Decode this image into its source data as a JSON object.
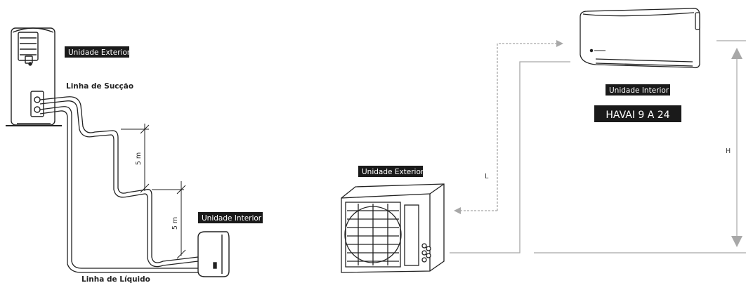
{
  "left_diagram": {
    "outdoor_unit_label": "Unidade Exterior",
    "suction_line_label": "Linha de Sucção",
    "liquid_line_label": "Linha de Líquido",
    "indoor_unit_label": "Unidade Interior",
    "height_step_1": "5 m",
    "height_step_2": "5 m"
  },
  "right_diagram": {
    "indoor_unit_label": "Unidade Interior",
    "model_label": "HAVAI 9 A 24",
    "outdoor_unit_label": "Unidade Exterior",
    "length_symbol": "L",
    "height_symbol": "H"
  },
  "colors": {
    "label_background": "#1a1a1a",
    "label_text": "#ffffff",
    "pipe": "#222222",
    "arrow_gray": "#a8a8a8"
  }
}
